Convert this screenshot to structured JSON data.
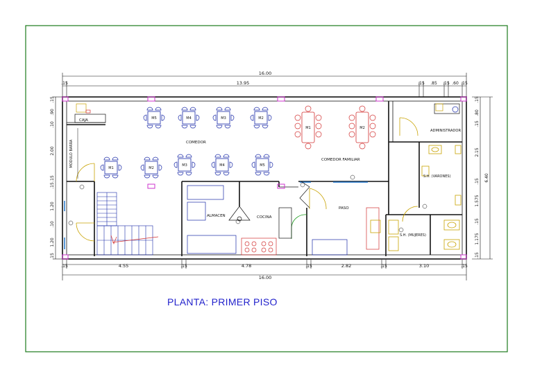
{
  "title": "PLANTA: PRIMER PISO",
  "colors": {
    "wall": "#111111",
    "dimension": "#111111",
    "furniture_blue": "#1a2aa8",
    "furniture_red": "#d23030",
    "door": "#c8a200",
    "column": "#cc33cc",
    "frame_green": "#1a7a1a",
    "title_blue": "#2222cc"
  },
  "dimensions": {
    "top_total": "16.00",
    "top_segments": [
      ".15",
      "13.95",
      ".15",
      ".85",
      ".15",
      ".60",
      ".15"
    ],
    "bottom_segments": [
      ".15",
      "4.55",
      ".15",
      "4.78",
      ".15",
      "2.82",
      ".15",
      "3.10",
      ".15"
    ],
    "bottom_total": "16.00",
    "left_segments": [
      ".15",
      ".90",
      ".10",
      "2.00",
      ".15",
      ".15",
      "1.20",
      ".10",
      "1.20",
      ".15"
    ],
    "right_segments": [
      ".15",
      ".80",
      ".15",
      "2.15",
      ".15",
      "1.575",
      ".15",
      "1.175",
      ".15"
    ],
    "right_total": "6.40"
  },
  "rooms": {
    "caja": "CAJA",
    "comedor": "COMEDOR",
    "comedor_familiar": "COMEDOR FAMILIAR",
    "administrador": "ADMINISTRADOR",
    "almacen": "ALMACEN",
    "cocina": "COCINA",
    "paso": "PASO",
    "ss_varones": "S.H. (VARONES)",
    "ss_mujeres": "S.H. (MUJERES)",
    "vertical": "MODULO BARRA"
  },
  "tables_blue": [
    "M5",
    "M4",
    "M3",
    "M2",
    "M1",
    "M2",
    "M3",
    "M4",
    "M5"
  ],
  "tables_red": [
    "M1",
    "M2"
  ]
}
